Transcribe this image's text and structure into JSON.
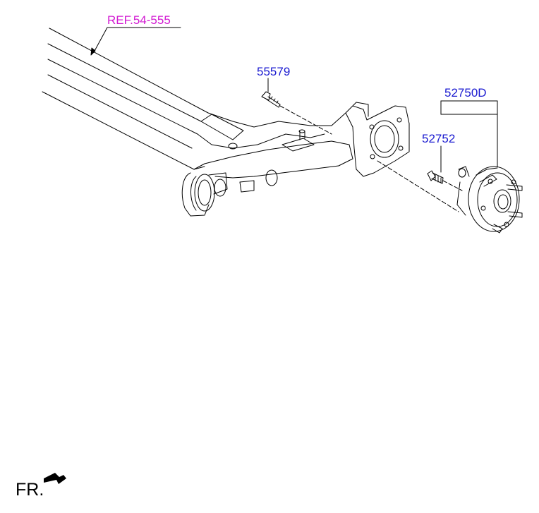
{
  "callouts": {
    "ref": "REF.54-555",
    "bolt": "55579",
    "hub_assembly": "52750D",
    "hub_bolt": "52752"
  },
  "direction": {
    "label": "FR.",
    "icon": "front-direction-arrow-icon"
  },
  "colors": {
    "part_number": "#1a1ad0",
    "reference": "#d21ad2",
    "line": "#000000"
  }
}
